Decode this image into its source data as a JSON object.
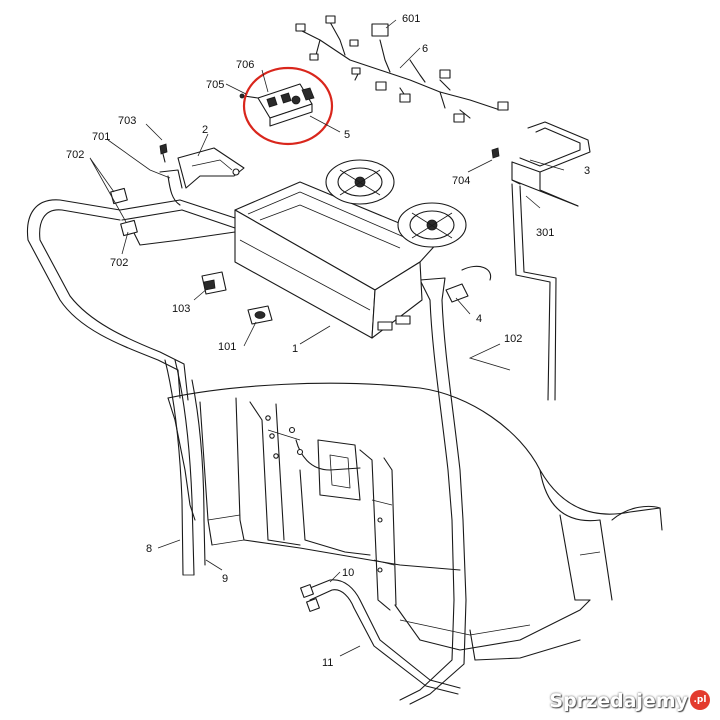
{
  "callouts": {
    "c601": "601",
    "c6": "6",
    "c706": "706",
    "c705": "705",
    "c5": "5",
    "c703": "703",
    "c2": "2",
    "c701": "701",
    "c702a": "702",
    "c702b": "702",
    "c3": "3",
    "c704": "704",
    "c301": "301",
    "c103": "103",
    "c4": "4",
    "c102": "102",
    "c101": "101",
    "c1": "1",
    "c8": "8",
    "c9": "9",
    "c10": "10",
    "c11": "11"
  },
  "highlight": {
    "color": "#d9261c",
    "target": "5"
  },
  "watermark": {
    "brand": "Sprzedajemy",
    "tld": ".pl"
  }
}
